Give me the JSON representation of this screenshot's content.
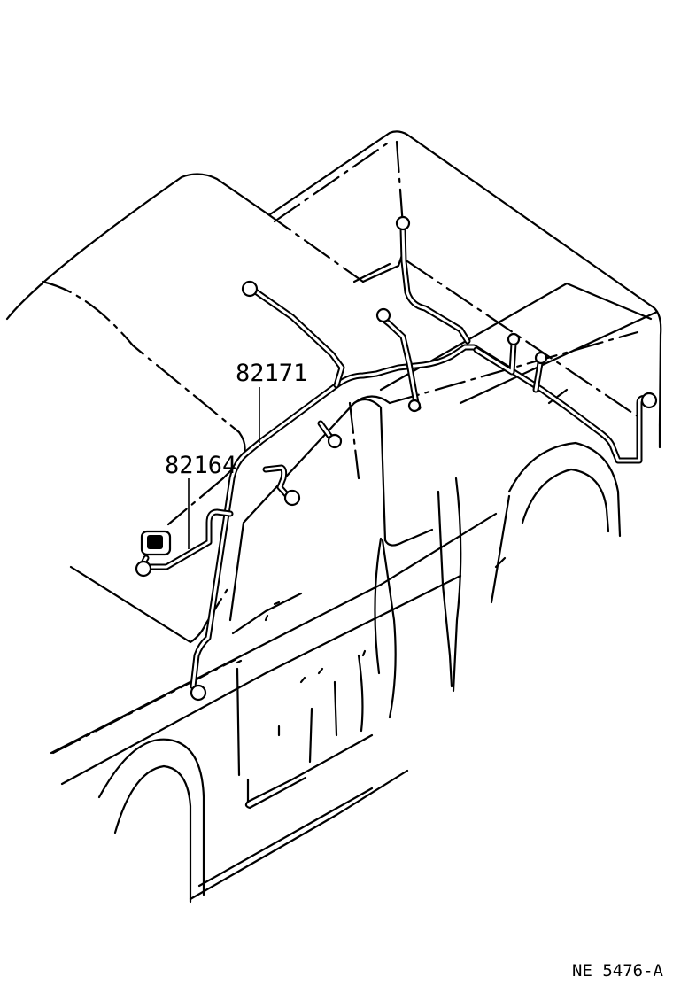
{
  "diagram": {
    "callouts": {
      "part_82171": "82171",
      "part_82164": "82164"
    },
    "figure_code": "NE 5476-A"
  }
}
